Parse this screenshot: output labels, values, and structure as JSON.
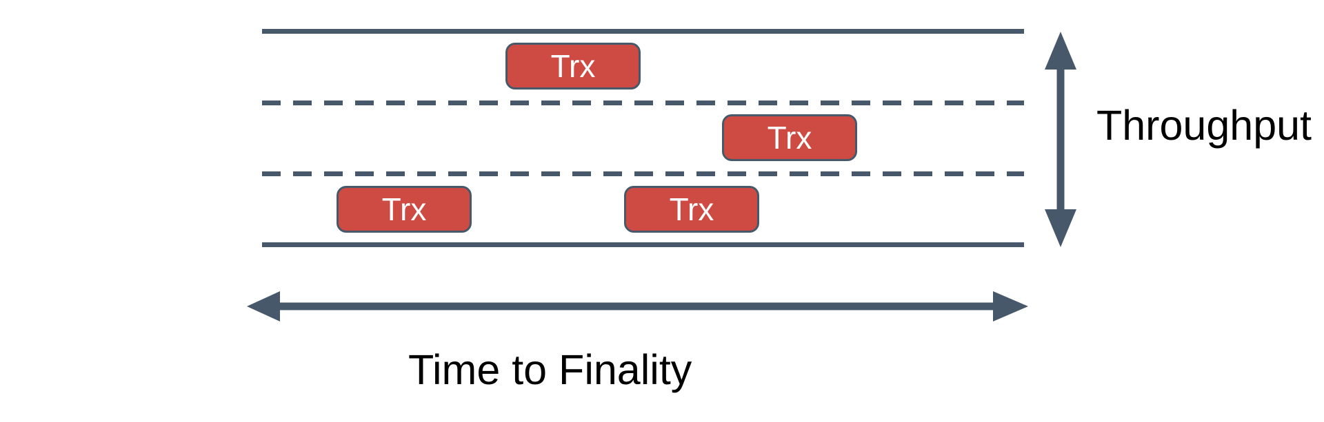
{
  "diagram": {
    "kind": "blockchain-throughput-vs-finality-road-metaphor",
    "road": {
      "lane_count": 3,
      "solid_edge_lines": 2,
      "dashed_divider_lines": 2
    },
    "transactions": [
      {
        "label": "Trx",
        "lane": 1
      },
      {
        "label": "Trx",
        "lane": 2
      },
      {
        "label": "Trx",
        "lane": 3
      },
      {
        "label": "Trx",
        "lane": 3
      }
    ],
    "axes": {
      "vertical": {
        "label": "Throughput",
        "arrow": "double-headed-vertical"
      },
      "horizontal": {
        "label": "Time to Finality",
        "arrow": "double-headed-horizontal"
      }
    },
    "colors": {
      "line": "#47586B",
      "box_fill": "#CE4B44",
      "box_border": "#47586B",
      "box_text": "#FFFFFF",
      "label_text": "#000000",
      "background": "#FFFFFF"
    }
  }
}
